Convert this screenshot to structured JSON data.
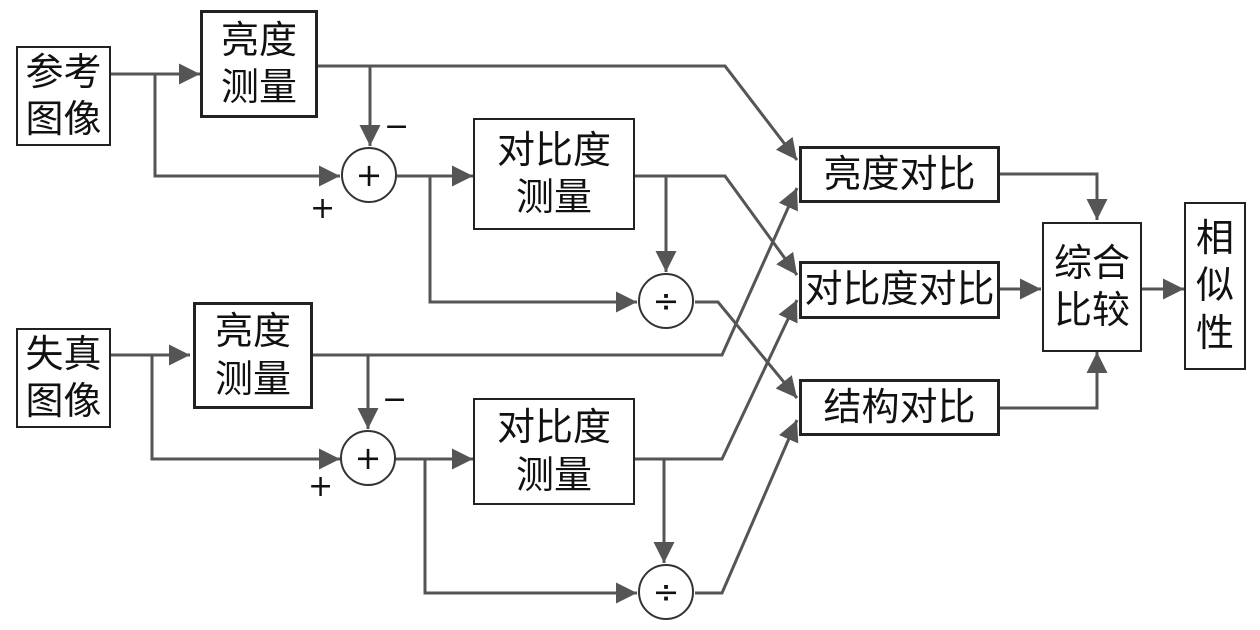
{
  "inputs": {
    "reference": "参考\n图像",
    "distorted": "失真\n图像"
  },
  "measures": {
    "luminance": "亮度\n测量",
    "contrast": "对比度\n测量"
  },
  "comparisons": {
    "luminance": "亮度对比",
    "contrast": "对比度对比",
    "structure": "结构对比"
  },
  "combine": "综合\n比较",
  "output": "相\n似\n性",
  "operators": {
    "plus": "+",
    "divide": "÷"
  },
  "signs": {
    "minus": "−",
    "plus": "+"
  },
  "colors": {
    "line": "#555555",
    "border": "#222222"
  }
}
